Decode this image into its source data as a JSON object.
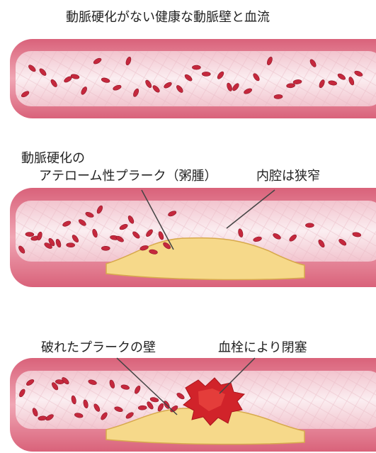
{
  "title": "動脈硬化がない健康な動脈壁と血流",
  "panel2": {
    "plaque_label_line1": "動脈硬化の",
    "plaque_label_line2": "アテローム性プラーク（粥腫）",
    "lumen_label": "内腔は狭窄"
  },
  "panel3": {
    "ruptured_label": "破れたプラークの壁",
    "thrombus_label": "血栓により閉塞"
  },
  "colors": {
    "vessel_wall": "#e7899b",
    "vessel_wall_dark": "#c25a72",
    "lumen": "#f7dde3",
    "blood_cell": "#c5283d",
    "plaque": "#f6d98a",
    "plaque_edge": "#d7a94c",
    "thrombus": "#d1232a"
  }
}
